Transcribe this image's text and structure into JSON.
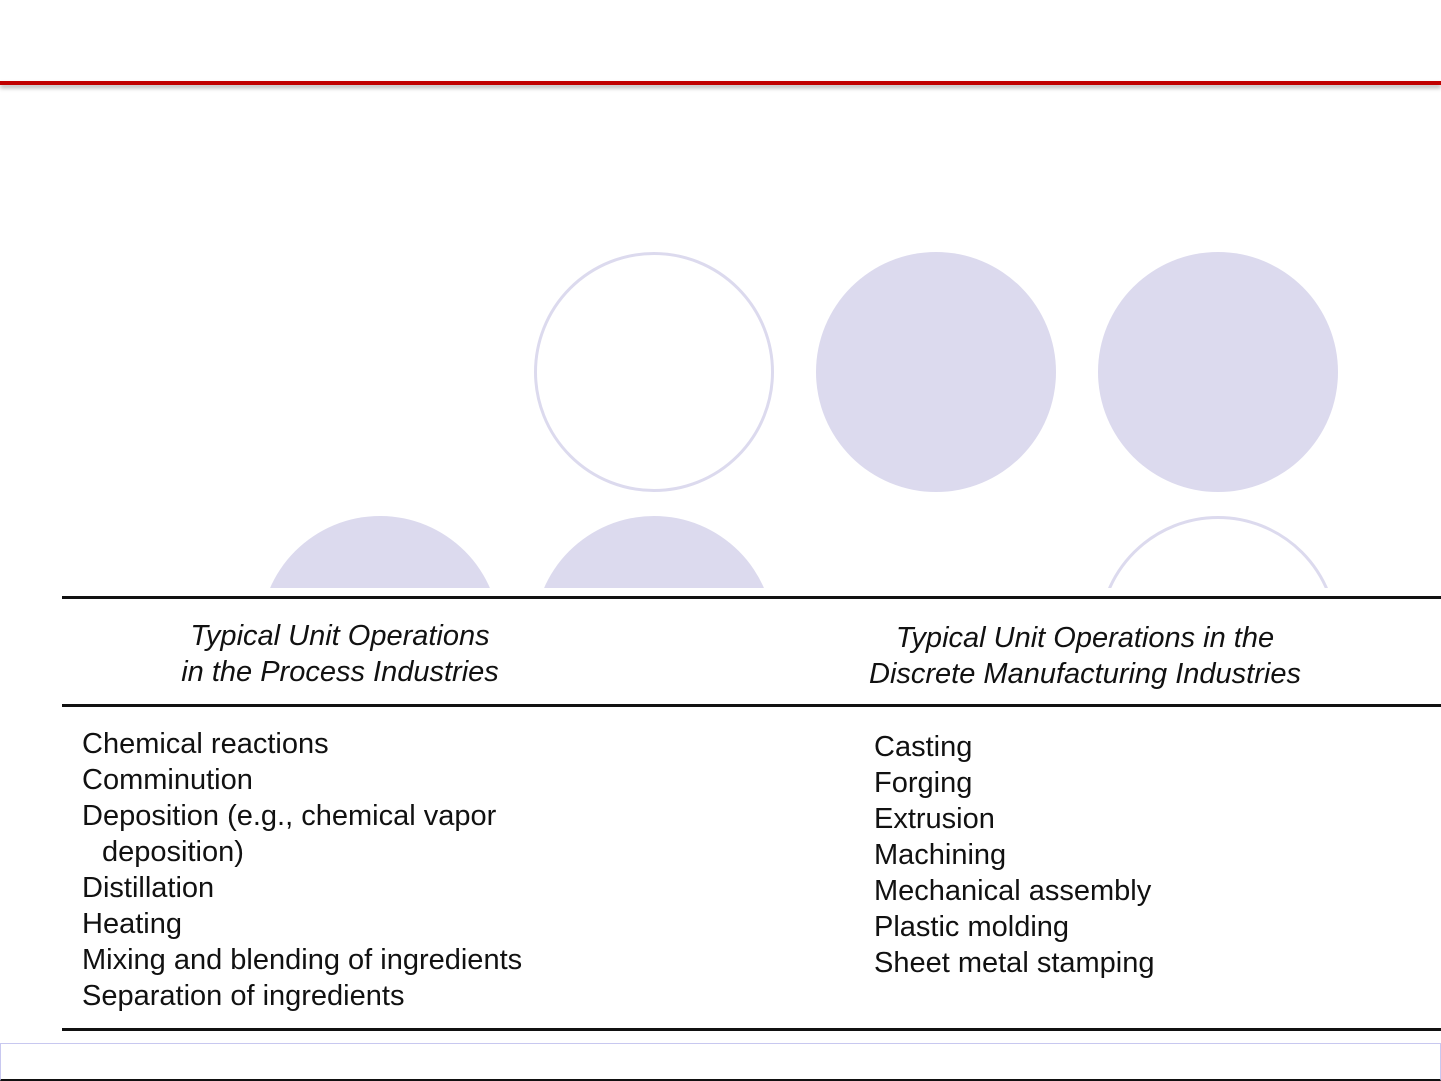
{
  "table": {
    "headers": [
      [
        "Typical Unit Operations",
        "in the Process Industries"
      ],
      [
        "Typical Unit Operations in the",
        "Discrete Manufacturing Industries"
      ]
    ],
    "process_operations": [
      "Chemical reactions",
      "Comminution",
      "Deposition (e.g., chemical vapor",
      "deposition)",
      "Distillation",
      "Heating",
      "Mixing and blending of ingredients",
      "Separation of ingredients"
    ],
    "discrete_operations": [
      "Casting",
      "Forging",
      "Extrusion",
      "Machining",
      "Mechanical assembly",
      "Plastic molding",
      "Sheet metal stamping"
    ]
  }
}
